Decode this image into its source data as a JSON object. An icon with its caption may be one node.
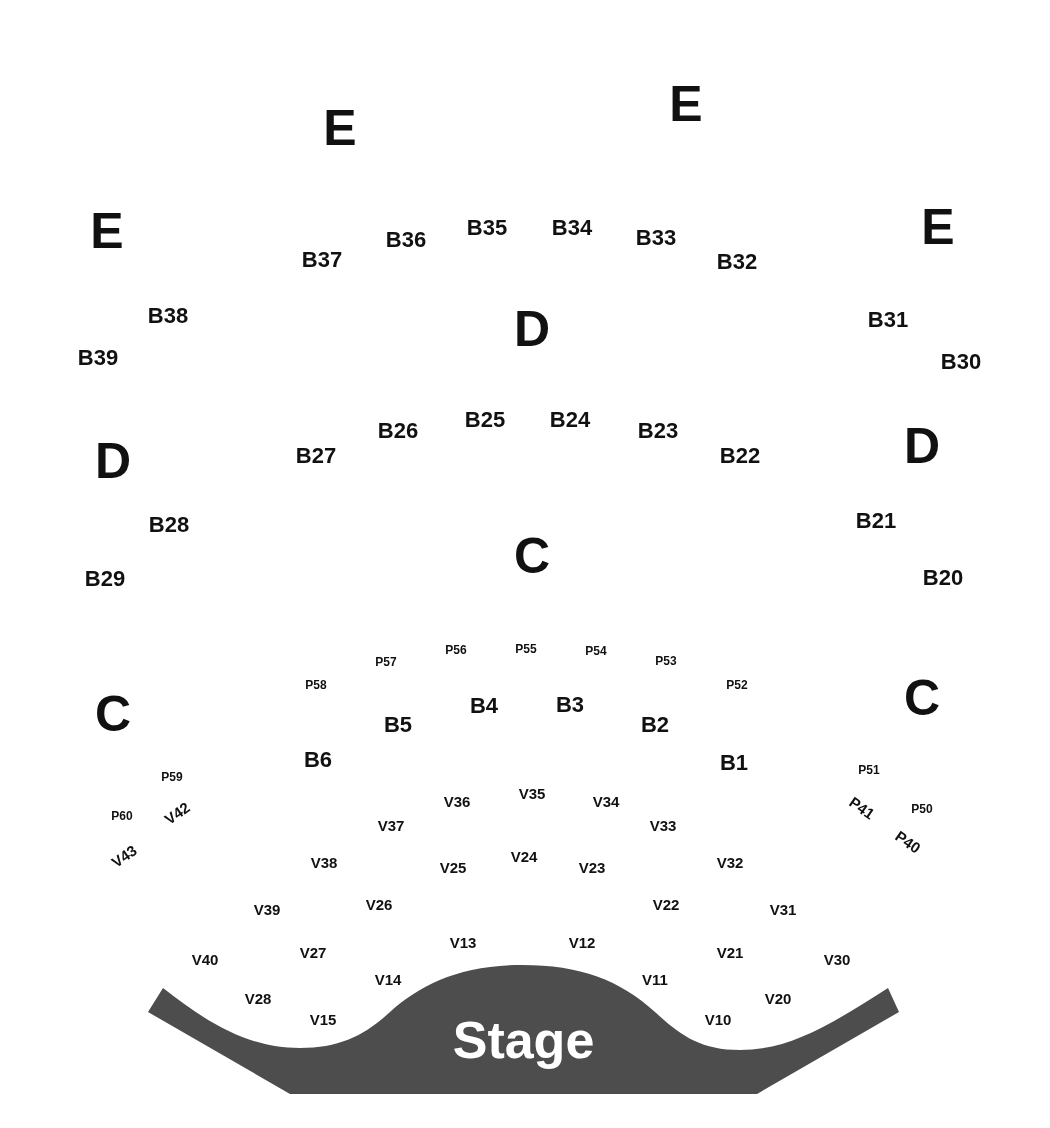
{
  "diagram": {
    "nodes": [
      {
        "text": [
          "Stage"
        ]
      }
    ],
    "edges": [],
    "labels": [
      "E",
      "E",
      "E",
      "B37",
      "B36",
      "B35",
      "B34",
      "B33",
      "B32",
      "E",
      "B38",
      "B31",
      "D",
      "B39",
      "B30",
      "B26",
      "B25",
      "B24",
      "B23",
      "D",
      "B27",
      "B22",
      "D",
      "B28",
      "B21",
      "C",
      "B29",
      "B20",
      "P56",
      "P55",
      "P54",
      "P57",
      "P53",
      "P58",
      "P52",
      "C",
      "B4",
      "B3",
      "C",
      "B5",
      "B2",
      "B6",
      "B1",
      "P51",
      "P59",
      "V35",
      "V36",
      "V34",
      "P41",
      "P50",
      "V42",
      "P60",
      "V37",
      "V33",
      "P40",
      "V43",
      "V24",
      "V38",
      "V32",
      "V25",
      "V23",
      "V26",
      "V22",
      "V39",
      "V31",
      "V13",
      "V12",
      "V27",
      "V21",
      "V40",
      "V30",
      "V14",
      "V11",
      "V28",
      "V20",
      "V15",
      "V10"
    ]
  }
}
